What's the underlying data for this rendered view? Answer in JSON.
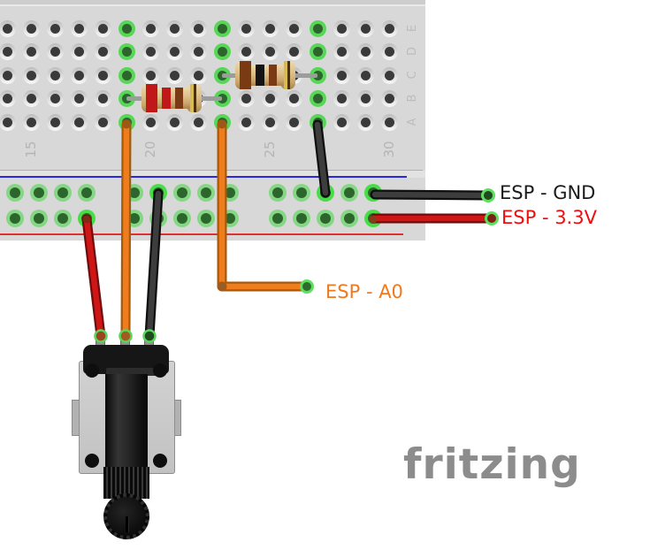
{
  "board": {
    "column_labels": [
      "15",
      "20",
      "25",
      "30"
    ],
    "row_labels": [
      "E",
      "D",
      "C",
      "B",
      "A"
    ],
    "colors": {
      "face": "#d8d8d8",
      "hole": "#3a3a3a",
      "connected_green": "#57d657",
      "rail_green": "#85d685",
      "rail_line_blue": "#2828dd",
      "rail_line_red": "#e03030"
    }
  },
  "annotations": {
    "gnd": {
      "text": "ESP - GND",
      "color": "#1a1a1a"
    },
    "v33": {
      "text": "ESP - 3.3V",
      "color": "#ee0e0e"
    },
    "a0": {
      "text": "ESP - A0",
      "color": "#f0791e"
    }
  },
  "components": {
    "resistor_left": {
      "type": "resistor",
      "bands": [
        "red",
        "red",
        "brown",
        "gold"
      ]
    },
    "resistor_right": {
      "type": "resistor",
      "bands": [
        "brown",
        "black",
        "brown",
        "gold"
      ]
    },
    "potentiometer": {
      "type": "potentiometer"
    }
  },
  "wires": {
    "colors": {
      "orange": "#ef7d1e",
      "red": "#cf1616",
      "black": "#3d3d3d"
    },
    "outlines": {
      "orange": "#a85a08",
      "red": "#700c0c",
      "black": "#0f0f0f"
    }
  },
  "watermark": {
    "text": "fritzing",
    "color": "#8c8c8c"
  }
}
